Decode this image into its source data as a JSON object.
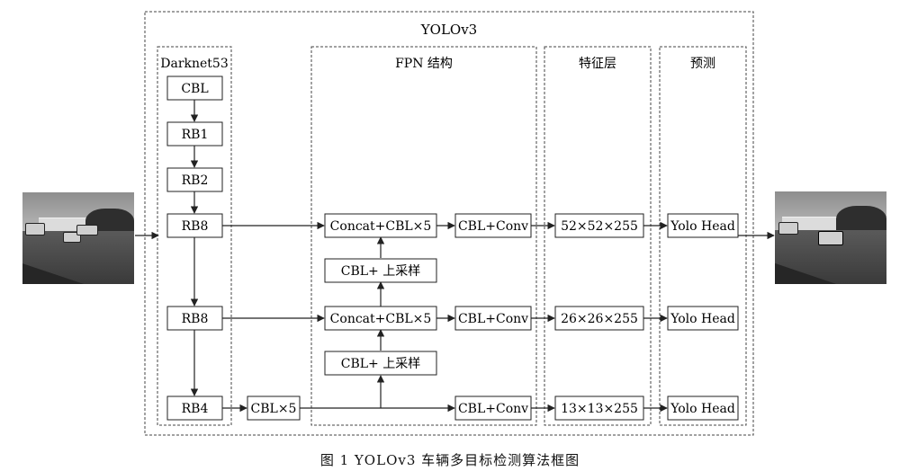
{
  "title": "YOLOv3",
  "groups": {
    "darknet": "Darknet53",
    "fpn": "FPN 结构",
    "features": "特征层",
    "predict": "预测"
  },
  "backbone": [
    "CBL",
    "RB1",
    "RB2",
    "RB8",
    "RB8",
    "RB4"
  ],
  "cbl5": "CBL×5",
  "concat": [
    "Concat+CBL×5",
    "Concat+CBL×5"
  ],
  "upsample": [
    "CBL+ 上采样",
    "CBL+ 上采样"
  ],
  "conv": [
    "CBL+Conv",
    "CBL+Conv",
    "CBL+Conv"
  ],
  "feature_maps": [
    "52×52×255",
    "26×26×255",
    "13×13×255"
  ],
  "heads": [
    "Yolo Head",
    "Yolo Head",
    "Yolo Head"
  ],
  "caption": "图 1   YOLOv3 车辆多目标检测算法框图",
  "colors": {
    "line": "#222222",
    "dash": "#444444",
    "box_fill": "#ffffff"
  }
}
